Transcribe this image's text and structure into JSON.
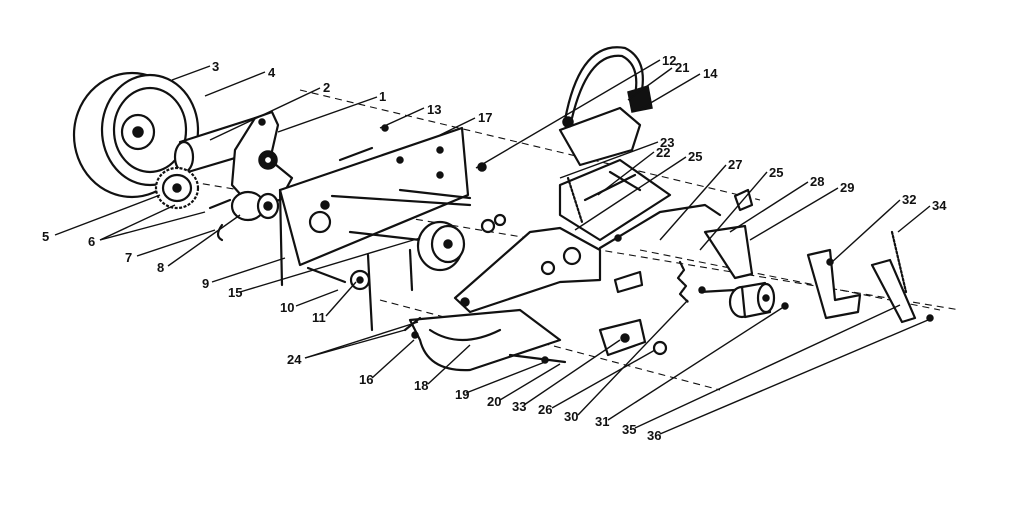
{
  "callouts": [
    {
      "id": "c3",
      "label": "3"
    },
    {
      "id": "c4",
      "label": "4"
    },
    {
      "id": "c2",
      "label": "2"
    },
    {
      "id": "c1",
      "label": "1"
    },
    {
      "id": "c13",
      "label": "13"
    },
    {
      "id": "c17",
      "label": "17"
    },
    {
      "id": "c12",
      "label": "12"
    },
    {
      "id": "c21",
      "label": "21"
    },
    {
      "id": "c14",
      "label": "14"
    },
    {
      "id": "c23",
      "label": "23"
    },
    {
      "id": "c22",
      "label": "22"
    },
    {
      "id": "c25a",
      "label": "25"
    },
    {
      "id": "c27",
      "label": "27"
    },
    {
      "id": "c25b",
      "label": "25"
    },
    {
      "id": "c28",
      "label": "28"
    },
    {
      "id": "c29",
      "label": "29"
    },
    {
      "id": "c32",
      "label": "32"
    },
    {
      "id": "c34",
      "label": "34"
    },
    {
      "id": "c5",
      "label": "5"
    },
    {
      "id": "c6",
      "label": "6"
    },
    {
      "id": "c7",
      "label": "7"
    },
    {
      "id": "c8",
      "label": "8"
    },
    {
      "id": "c9",
      "label": "9"
    },
    {
      "id": "c15",
      "label": "15"
    },
    {
      "id": "c10",
      "label": "10"
    },
    {
      "id": "c11",
      "label": "11"
    },
    {
      "id": "c24",
      "label": "24"
    },
    {
      "id": "c16",
      "label": "16"
    },
    {
      "id": "c18",
      "label": "18"
    },
    {
      "id": "c19",
      "label": "19"
    },
    {
      "id": "c20",
      "label": "20"
    },
    {
      "id": "c33",
      "label": "33"
    },
    {
      "id": "c26",
      "label": "26"
    },
    {
      "id": "c30",
      "label": "30"
    },
    {
      "id": "c31",
      "label": "31"
    },
    {
      "id": "c35",
      "label": "35"
    },
    {
      "id": "c36",
      "label": "36"
    }
  ]
}
